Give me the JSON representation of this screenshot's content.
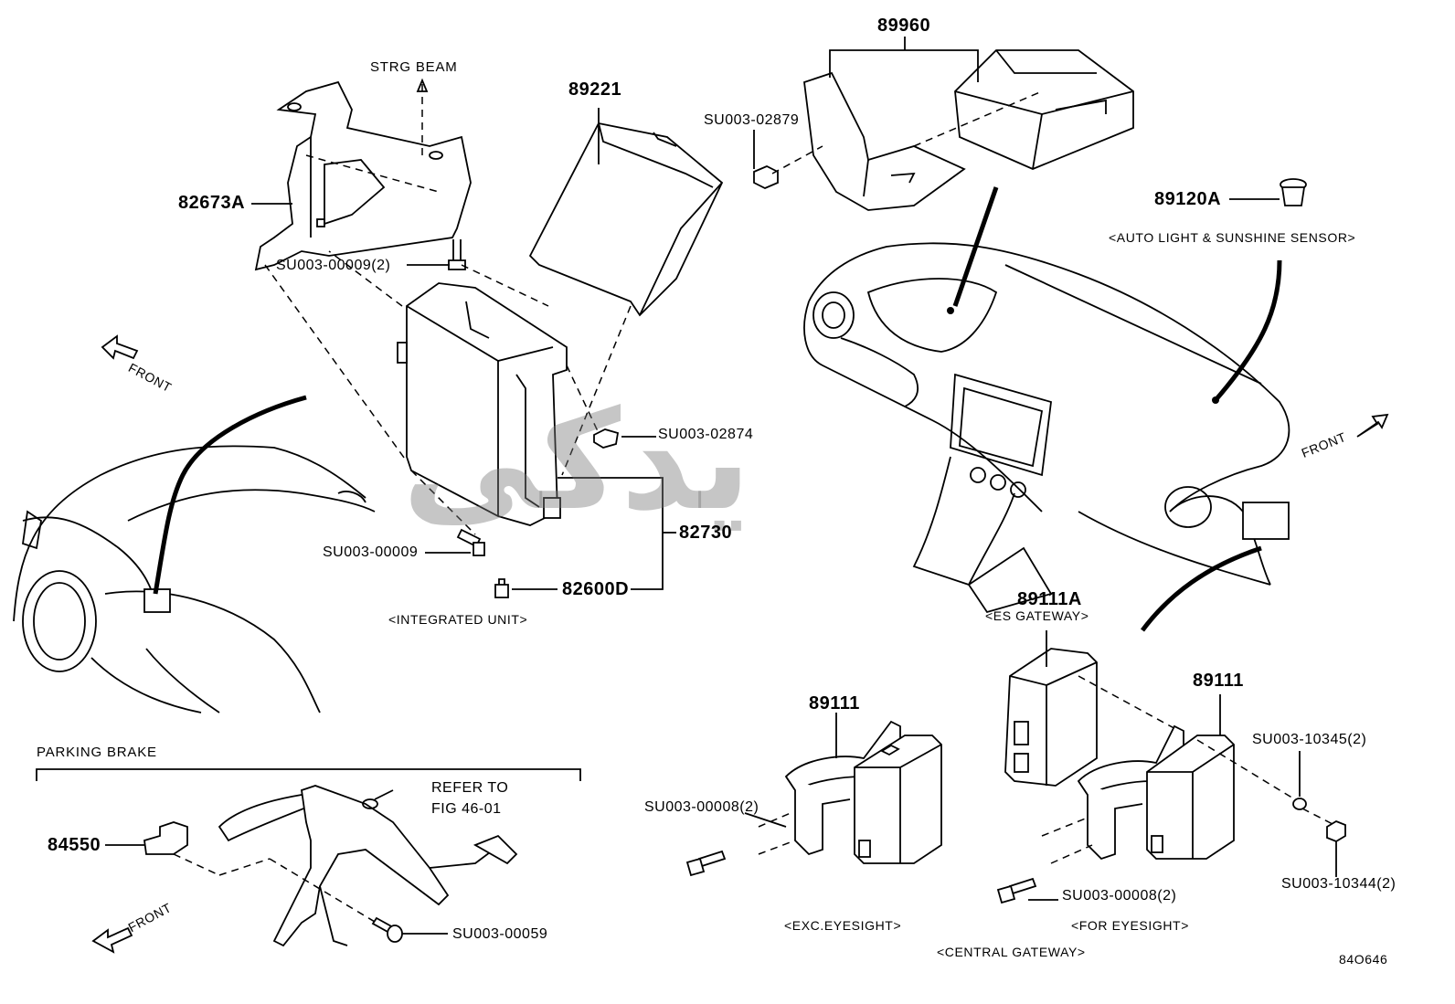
{
  "labels": {
    "p89960": "89960",
    "p89221": "89221",
    "strg_beam": "STRG BEAM",
    "p82673a": "82673A",
    "su_02879": "SU003-02879",
    "p89120a": "89120A",
    "auto_light_caption": "<AUTO LIGHT & SUNSHINE SENSOR>",
    "su_00009_2": "SU003-00009(2)",
    "front_left": "FRONT",
    "su_02874": "SU003-02874",
    "front_right": "FRONT",
    "p82730": "82730",
    "su_00009": "SU003-00009",
    "p82600d": "82600D",
    "integrated_unit_caption": "<INTEGRATED UNIT>",
    "p89111a": "89111A",
    "es_gateway_caption": "<ES GATEWAY>",
    "p89111_left": "89111",
    "p89111_right": "89111",
    "su_10345": "SU003-10345(2)",
    "parking_brake": "PARKING BRAKE",
    "refer_to": "REFER TO",
    "fig_ref": "FIG 46-01",
    "su_00008_left": "SU003-00008(2)",
    "p84550": "84550",
    "su_10344": "SU003-10344(2)",
    "su_00008_right": "SU003-00008(2)",
    "front_bottom": "FRONT",
    "su_00059": "SU003-00059",
    "exc_eyesight_caption": "<EXC.EYESIGHT>",
    "for_eyesight_caption": "<FOR EYESIGHT>",
    "central_gateway_caption": "<CENTRAL GATEWAY>",
    "figure_code": "84O646"
  },
  "watermark": "یدکی",
  "icons": [
    "front-arrow-icon"
  ]
}
